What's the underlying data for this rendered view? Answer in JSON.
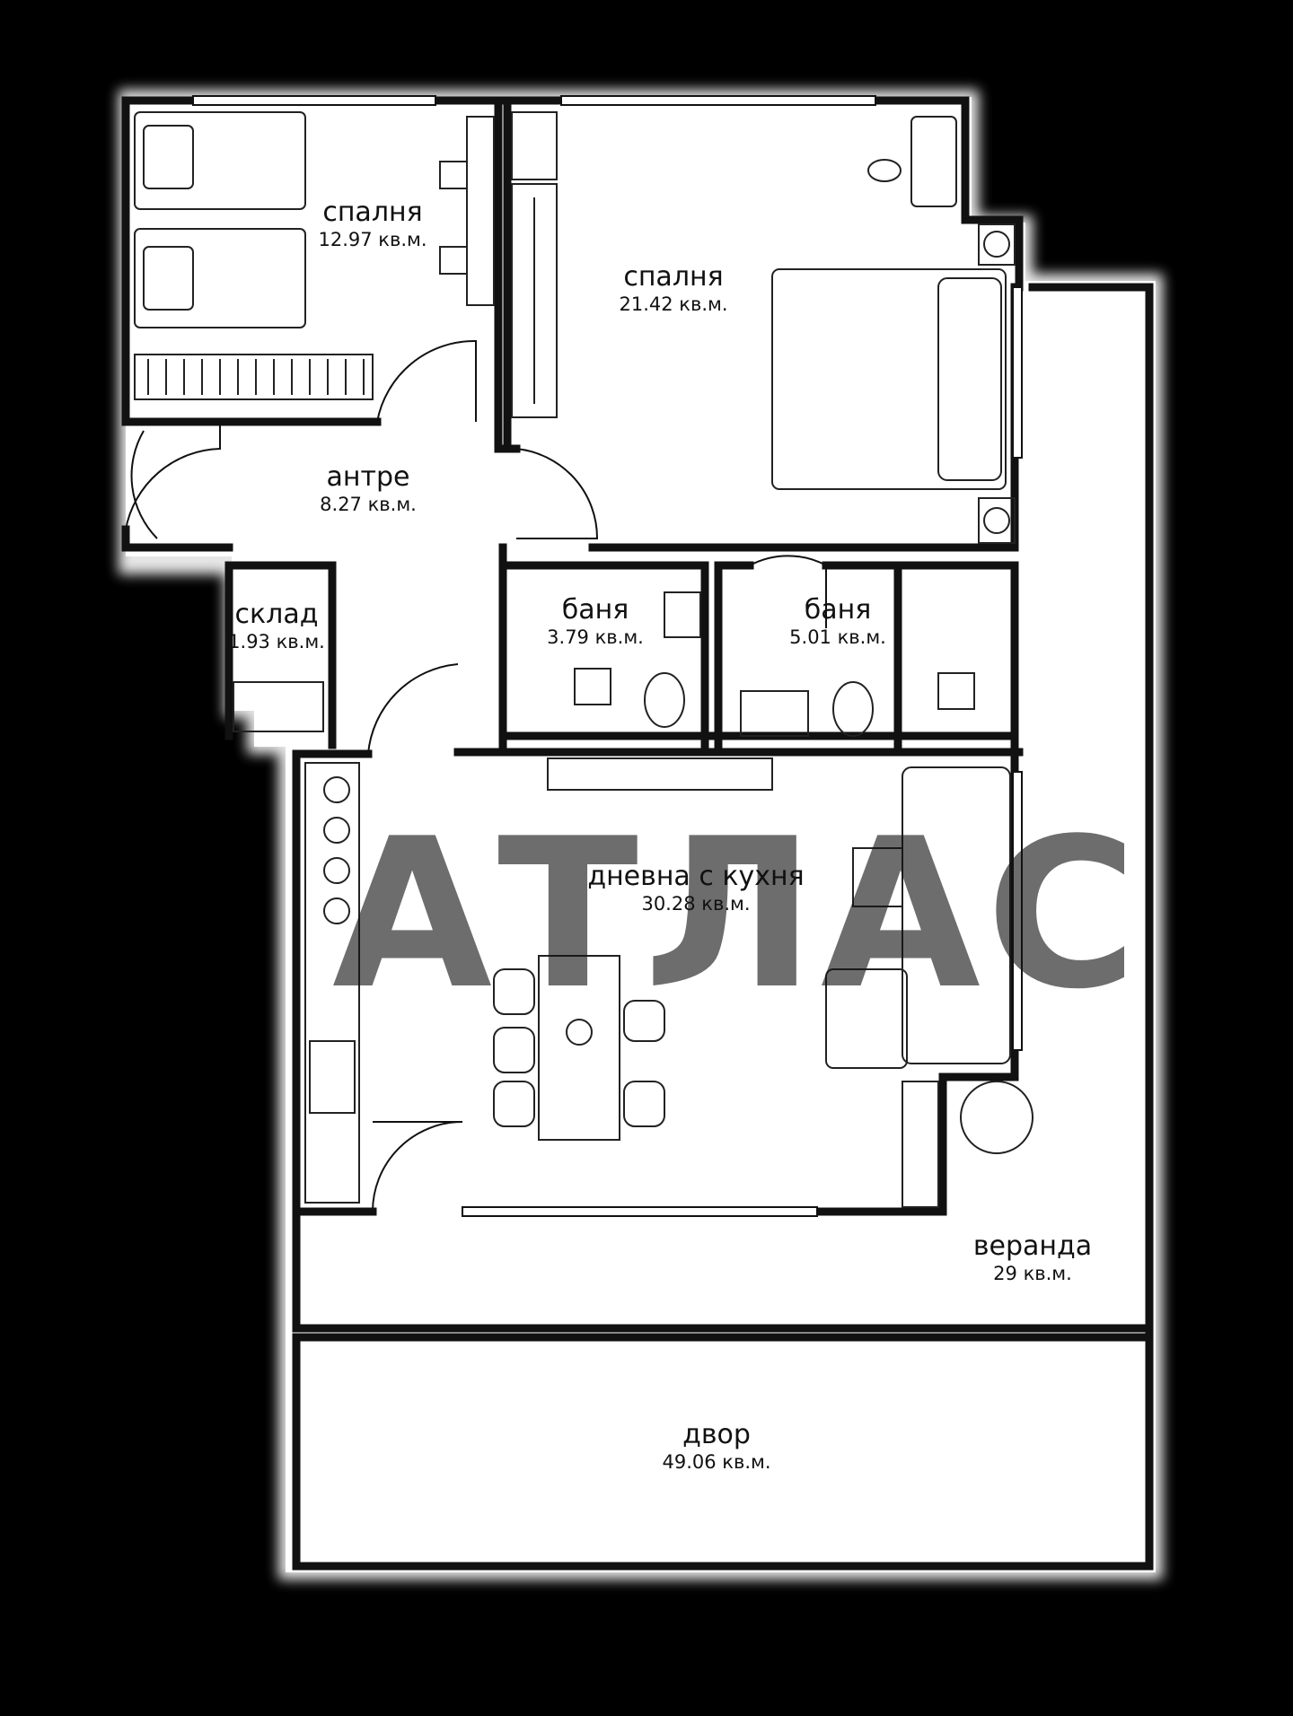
{
  "watermark": {
    "text": "АТЛАС",
    "color": "#141414"
  },
  "rooms": [
    {
      "id": "bedroom-small",
      "name": "спалня",
      "area": "12.97 кв.м."
    },
    {
      "id": "bedroom-master",
      "name": "спалня",
      "area": "21.42 кв.м."
    },
    {
      "id": "hallway",
      "name": "антре",
      "area": "8.27 кв.м."
    },
    {
      "id": "storage",
      "name": "склад",
      "area": "1.93 кв.м."
    },
    {
      "id": "bathroom-1",
      "name": "баня",
      "area": "3.79 кв.м."
    },
    {
      "id": "bathroom-2",
      "name": "баня",
      "area": "5.01 кв.м."
    },
    {
      "id": "living-kitchen",
      "name": "дневна с кухня",
      "area": "30.28 кв.м."
    },
    {
      "id": "veranda",
      "name": "веранда",
      "area": "29 кв.м."
    },
    {
      "id": "yard",
      "name": "двор",
      "area": "49.06 кв.м."
    }
  ],
  "colors": {
    "background": "#000000",
    "floor": "#ffffff",
    "walls": "#111111",
    "furniture": "#222222"
  }
}
